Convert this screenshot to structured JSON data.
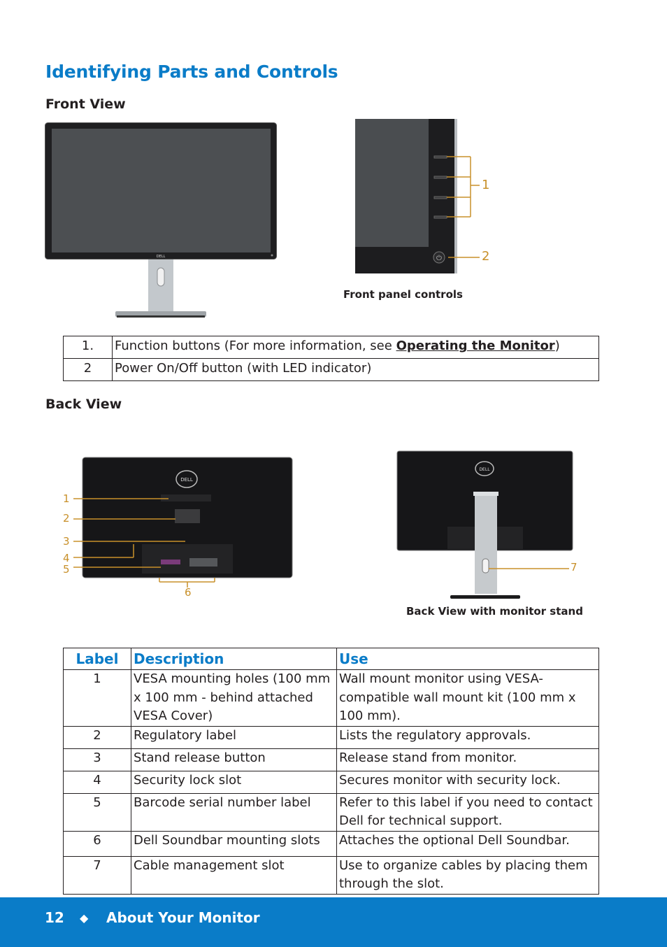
{
  "page": {
    "title": "Identifying Parts and Controls",
    "front_heading": "Front View",
    "front_caption": "Front panel controls",
    "back_heading": "Back View",
    "back_stand_caption": "Back View with monitor stand"
  },
  "callouts": {
    "front": [
      "1",
      "2"
    ],
    "back": [
      "1",
      "2",
      "3",
      "4",
      "5",
      "6"
    ],
    "stand": [
      "7"
    ],
    "color": "#c8902a"
  },
  "front_table": [
    {
      "num": "1.",
      "pre": "Function buttons (For more information, see ",
      "link": "Operating the Monitor",
      "post": ")"
    },
    {
      "num": "2",
      "pre": "Power On/Off button (with LED indicator)",
      "link": "",
      "post": ""
    }
  ],
  "back_table": {
    "headers": [
      "Label",
      "Description",
      "Use"
    ],
    "rows": [
      {
        "label": "1",
        "desc": "VESA mounting holes (100 mm x 100 mm - behind attached VESA Cover)",
        "use": "Wall mount monitor using VESA-compatible wall mount kit (100 mm x 100 mm)."
      },
      {
        "label": "2",
        "desc": "Regulatory label",
        "use": "Lists the regulatory approvals."
      },
      {
        "label": "3",
        "desc": "Stand release button",
        "use": "Release stand from monitor."
      },
      {
        "label": "4",
        "desc": "Security lock slot",
        "use": "Secures monitor with security lock."
      },
      {
        "label": "5",
        "desc": "Barcode serial number label",
        "use": "Refer to this label if you need to contact Dell for technical support."
      },
      {
        "label": "6",
        "desc": "Dell Soundbar mounting slots",
        "use": "Attaches the optional Dell Soundbar."
      },
      {
        "label": "7",
        "desc": "Cable management slot",
        "use": "Use to organize cables by placing them through the slot."
      }
    ]
  },
  "footer": {
    "page_number": "12",
    "separator": "◆",
    "section": "About Your Monitor",
    "bg_color": "#0a7cc8"
  },
  "logo": {
    "brand": "DELL"
  }
}
